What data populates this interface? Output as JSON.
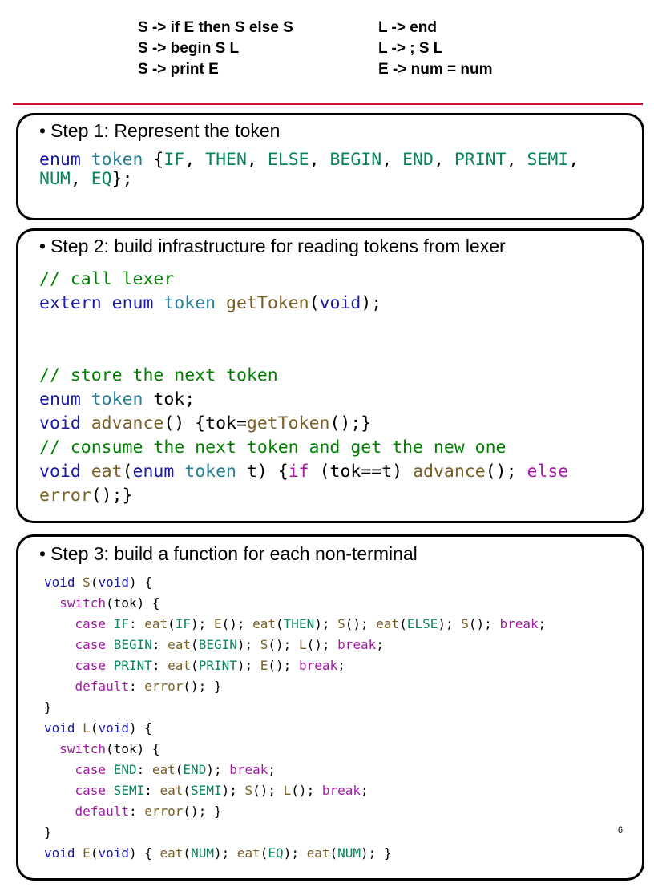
{
  "grammar": {
    "left": [
      "S -> if E then S else S",
      "S -> begin S L",
      "S -> print E"
    ],
    "right": [
      "L -> end",
      "L -> ; S L",
      "E -> num = num"
    ]
  },
  "step1": {
    "bullet": "•",
    "title": "Step 1: Represent the token",
    "code": [
      [
        [
          "k",
          "enum"
        ],
        [
          "",
          "",
          " "
        ],
        [
          "t",
          "token"
        ],
        [
          "",
          " {"
        ],
        [
          "c",
          "IF"
        ],
        [
          "",
          ", "
        ],
        [
          "c",
          "THEN"
        ],
        [
          "",
          ", "
        ],
        [
          "c",
          "ELSE"
        ],
        [
          "",
          ", "
        ],
        [
          "c",
          "BEGIN"
        ],
        [
          "",
          ", "
        ],
        [
          "c",
          "END"
        ],
        [
          "",
          ", "
        ],
        [
          "c",
          "PRINT"
        ],
        [
          "",
          ", "
        ],
        [
          "c",
          "SEMI"
        ],
        [
          "",
          ","
        ]
      ],
      [
        [
          "c",
          "NUM"
        ],
        [
          "",
          ", "
        ],
        [
          "c",
          "EQ"
        ],
        [
          "",
          "};"
        ]
      ]
    ]
  },
  "step2": {
    "bullet": "•",
    "title": "Step 2: build infrastructure for reading tokens from lexer",
    "code": [
      [
        [
          "cm",
          "// call lexer"
        ]
      ],
      [
        [
          "k",
          "extern"
        ],
        [
          "",
          " "
        ],
        [
          "k",
          "enum"
        ],
        [
          "",
          " "
        ],
        [
          "t",
          "token"
        ],
        [
          "",
          " "
        ],
        [
          "f",
          "getToken"
        ],
        [
          "",
          "("
        ],
        [
          "k",
          "void"
        ],
        [
          "",
          ");"
        ]
      ],
      [
        [
          "",
          ""
        ]
      ],
      [
        [
          "",
          ""
        ]
      ],
      [
        [
          "cm",
          "// store the next token"
        ]
      ],
      [
        [
          "k",
          "enum"
        ],
        [
          "",
          " "
        ],
        [
          "t",
          "token"
        ],
        [
          "",
          " tok;"
        ]
      ],
      [
        [
          "k",
          "void"
        ],
        [
          "",
          " "
        ],
        [
          "f",
          "advance"
        ],
        [
          "",
          "() {tok="
        ],
        [
          "f",
          "getToken"
        ],
        [
          "",
          "();}"
        ]
      ],
      [
        [
          "cm",
          "// consume the next token and get the new one"
        ]
      ],
      [
        [
          "k",
          "void"
        ],
        [
          "",
          " "
        ],
        [
          "f",
          "eat"
        ],
        [
          "",
          "("
        ],
        [
          "k",
          "enum"
        ],
        [
          "",
          " "
        ],
        [
          "t",
          "token"
        ],
        [
          "",
          " t) {"
        ],
        [
          "p",
          "if"
        ],
        [
          "",
          " (tok==t) "
        ],
        [
          "f",
          "advance"
        ],
        [
          "",
          "(); "
        ],
        [
          "p",
          "else"
        ]
      ],
      [
        [
          "f",
          "error"
        ],
        [
          "",
          "();}"
        ]
      ]
    ]
  },
  "step3": {
    "bullet": "•",
    "title": "Step 3: build a function for each non-terminal",
    "code": [
      [
        [
          "k",
          "void"
        ],
        [
          "",
          " "
        ],
        [
          "f",
          "S"
        ],
        [
          "",
          "("
        ],
        [
          "k",
          "void"
        ],
        [
          "",
          ") {"
        ]
      ],
      [
        [
          "",
          "  "
        ],
        [
          "p",
          "switch"
        ],
        [
          "",
          "(tok) {"
        ]
      ],
      [
        [
          "",
          "    "
        ],
        [
          "p",
          "case"
        ],
        [
          "",
          " "
        ],
        [
          "c",
          "IF"
        ],
        [
          "",
          ": "
        ],
        [
          "f",
          "eat"
        ],
        [
          "",
          "("
        ],
        [
          "c",
          "IF"
        ],
        [
          "",
          "); "
        ],
        [
          "f",
          "E"
        ],
        [
          "",
          "(); "
        ],
        [
          "f",
          "eat"
        ],
        [
          "",
          "("
        ],
        [
          "c",
          "THEN"
        ],
        [
          "",
          "); "
        ],
        [
          "f",
          "S"
        ],
        [
          "",
          "(); "
        ],
        [
          "f",
          "eat"
        ],
        [
          "",
          "("
        ],
        [
          "c",
          "ELSE"
        ],
        [
          "",
          "); "
        ],
        [
          "f",
          "S"
        ],
        [
          "",
          "(); "
        ],
        [
          "p",
          "break"
        ],
        [
          "",
          ";"
        ]
      ],
      [
        [
          "",
          "    "
        ],
        [
          "p",
          "case"
        ],
        [
          "",
          " "
        ],
        [
          "c",
          "BEGIN"
        ],
        [
          "",
          ": "
        ],
        [
          "f",
          "eat"
        ],
        [
          "",
          "("
        ],
        [
          "c",
          "BEGIN"
        ],
        [
          "",
          "); "
        ],
        [
          "f",
          "S"
        ],
        [
          "",
          "(); "
        ],
        [
          "f",
          "L"
        ],
        [
          "",
          "(); "
        ],
        [
          "p",
          "break"
        ],
        [
          "",
          ";"
        ]
      ],
      [
        [
          "",
          "    "
        ],
        [
          "p",
          "case"
        ],
        [
          "",
          " "
        ],
        [
          "c",
          "PRINT"
        ],
        [
          "",
          ": "
        ],
        [
          "f",
          "eat"
        ],
        [
          "",
          "("
        ],
        [
          "c",
          "PRINT"
        ],
        [
          "",
          "); "
        ],
        [
          "f",
          "E"
        ],
        [
          "",
          "(); "
        ],
        [
          "p",
          "break"
        ],
        [
          "",
          ";"
        ]
      ],
      [
        [
          "",
          "    "
        ],
        [
          "p",
          "default"
        ],
        [
          "",
          ": "
        ],
        [
          "f",
          "error"
        ],
        [
          "",
          "(); }"
        ]
      ],
      [
        [
          "",
          "}"
        ]
      ],
      [
        [
          "k",
          "void"
        ],
        [
          "",
          " "
        ],
        [
          "f",
          "L"
        ],
        [
          "",
          "("
        ],
        [
          "k",
          "void"
        ],
        [
          "",
          ") {"
        ]
      ],
      [
        [
          "",
          "  "
        ],
        [
          "p",
          "switch"
        ],
        [
          "",
          "(tok) {"
        ]
      ],
      [
        [
          "",
          "    "
        ],
        [
          "p",
          "case"
        ],
        [
          "",
          " "
        ],
        [
          "c",
          "END"
        ],
        [
          "",
          ": "
        ],
        [
          "f",
          "eat"
        ],
        [
          "",
          "("
        ],
        [
          "c",
          "END"
        ],
        [
          "",
          "); "
        ],
        [
          "p",
          "break"
        ],
        [
          "",
          ";"
        ]
      ],
      [
        [
          "",
          "    "
        ],
        [
          "p",
          "case"
        ],
        [
          "",
          " "
        ],
        [
          "c",
          "SEMI"
        ],
        [
          "",
          ": "
        ],
        [
          "f",
          "eat"
        ],
        [
          "",
          "("
        ],
        [
          "c",
          "SEMI"
        ],
        [
          "",
          "); "
        ],
        [
          "f",
          "S"
        ],
        [
          "",
          "(); "
        ],
        [
          "f",
          "L"
        ],
        [
          "",
          "(); "
        ],
        [
          "p",
          "break"
        ],
        [
          "",
          ";"
        ]
      ],
      [
        [
          "",
          "    "
        ],
        [
          "p",
          "default"
        ],
        [
          "",
          ": "
        ],
        [
          "f",
          "error"
        ],
        [
          "",
          "(); }"
        ]
      ],
      [
        [
          "",
          "}"
        ]
      ],
      [
        [
          "k",
          "void"
        ],
        [
          "",
          " "
        ],
        [
          "f",
          "E"
        ],
        [
          "",
          "("
        ],
        [
          "k",
          "void"
        ],
        [
          "",
          ") { "
        ],
        [
          "f",
          "eat"
        ],
        [
          "",
          "("
        ],
        [
          "c",
          "NUM"
        ],
        [
          "",
          "); "
        ],
        [
          "f",
          "eat"
        ],
        [
          "",
          "("
        ],
        [
          "c",
          "EQ"
        ],
        [
          "",
          "); "
        ],
        [
          "f",
          "eat"
        ],
        [
          "",
          "("
        ],
        [
          "c",
          "NUM"
        ],
        [
          "",
          "); }"
        ]
      ]
    ]
  },
  "page_number": "6"
}
